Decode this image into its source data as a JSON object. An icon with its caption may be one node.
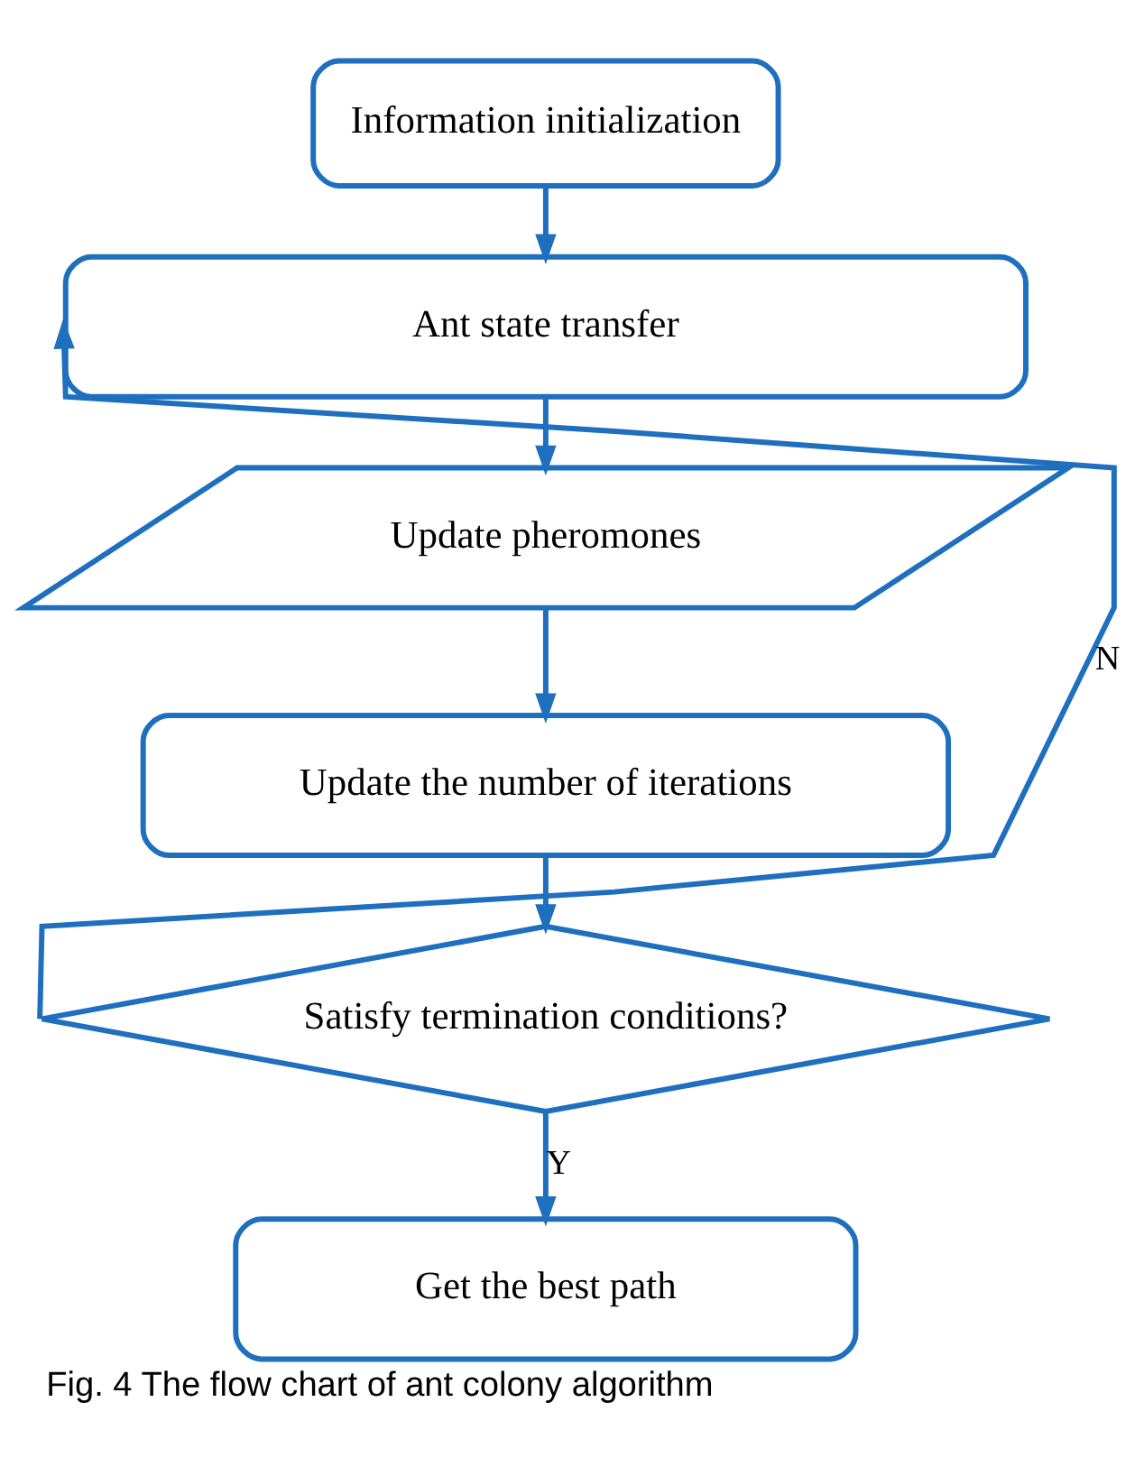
{
  "diagram": {
    "caption": "Fig. 4 The flow chart of ant colony algorithm",
    "nodes": [
      {
        "text": [
          "Information initialization"
        ]
      },
      {
        "text": [
          "Ant state transfer"
        ]
      },
      {
        "text": [
          "Update pheromones"
        ]
      },
      {
        "text": [
          "Update the number of iterations"
        ]
      },
      {
        "text": [
          "Satisfy termination conditions?"
        ]
      },
      {
        "text": [
          "Get the best path"
        ]
      }
    ],
    "edges": [
      {
        "from": 0,
        "to": 1,
        "arrow": "to"
      },
      {
        "from": 1,
        "to": 2,
        "arrow": "to"
      },
      {
        "from": 2,
        "to": 3,
        "arrow": "to"
      },
      {
        "from": 3,
        "to": 4,
        "arrow": "to"
      },
      {
        "from": 4,
        "to": 5,
        "arrow": "to",
        "label": "Y"
      },
      {
        "from": 4,
        "to": 1,
        "arrow": "to",
        "label": "N"
      }
    ]
  }
}
